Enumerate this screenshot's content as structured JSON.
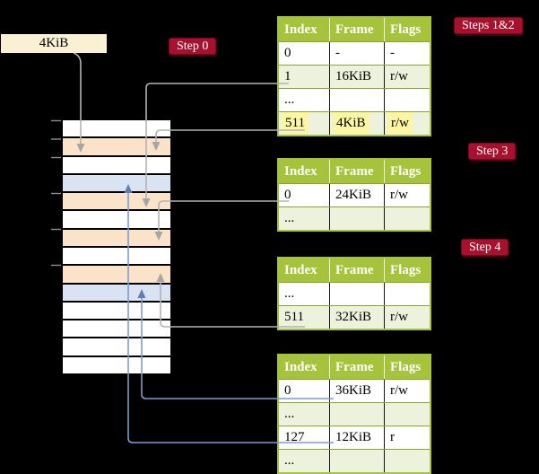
{
  "pointer_box": {
    "label": "4KiB"
  },
  "badges": {
    "step0": "Step 0",
    "steps12": "Steps 1&2",
    "step3": "Step 3",
    "step4": "Step 4"
  },
  "tables": [
    {
      "headers": [
        "Index",
        "Frame",
        "Flags"
      ],
      "rows": [
        {
          "cells": [
            "0",
            "-",
            "-"
          ],
          "shade": "white"
        },
        {
          "cells": [
            "1",
            "16KiB",
            "r/w"
          ],
          "shade": "green"
        },
        {
          "cells": [
            "...",
            "",
            ""
          ],
          "shade": "white"
        },
        {
          "cells": [
            "511",
            "4KiB",
            "r/w"
          ],
          "shade": "green",
          "mark": "hl"
        }
      ]
    },
    {
      "headers": [
        "Index",
        "Frame",
        "Flags"
      ],
      "rows": [
        {
          "cells": [
            "0",
            "24KiB",
            "r/w"
          ],
          "shade": "white"
        },
        {
          "cells": [
            "...",
            "",
            ""
          ],
          "shade": "green"
        }
      ]
    },
    {
      "headers": [
        "Index",
        "Frame",
        "Flags"
      ],
      "rows": [
        {
          "cells": [
            "...",
            "",
            ""
          ],
          "shade": "white"
        },
        {
          "cells": [
            "511",
            "32KiB",
            "r/w"
          ],
          "shade": "green"
        }
      ]
    },
    {
      "headers": [
        "Index",
        "Frame",
        "Flags"
      ],
      "rows": [
        {
          "cells": [
            "0",
            "36KiB",
            "r/w"
          ],
          "shade": "white"
        },
        {
          "cells": [
            "...",
            "",
            ""
          ],
          "shade": "green"
        },
        {
          "cells": [
            "127",
            "12KiB",
            "r"
          ],
          "shade": "white"
        },
        {
          "cells": [
            "...",
            "",
            ""
          ],
          "shade": "green"
        }
      ]
    }
  ],
  "memory": {
    "rows": [
      {
        "kind": "free"
      },
      {
        "kind": "table"
      },
      {
        "kind": "free"
      },
      {
        "kind": "page"
      },
      {
        "kind": "table"
      },
      {
        "kind": "free"
      },
      {
        "kind": "table"
      },
      {
        "kind": "free"
      },
      {
        "kind": "table"
      },
      {
        "kind": "page"
      },
      {
        "kind": "free"
      },
      {
        "kind": "free"
      },
      {
        "kind": "free"
      },
      {
        "kind": "free"
      }
    ]
  },
  "colors": {
    "badge_red": "#a8112d",
    "table_header_green": "#a5c33b",
    "row_light_green": "#edf2dc",
    "highlight_yellow": "#fcf6a4",
    "frame_table_peach": "#fae3c8",
    "frame_page_blue": "#d9e3f3",
    "connector_gray": "#b3b3b3",
    "connector_blue": "#7e9bce",
    "pointer_box_cream": "#faf0d2"
  }
}
